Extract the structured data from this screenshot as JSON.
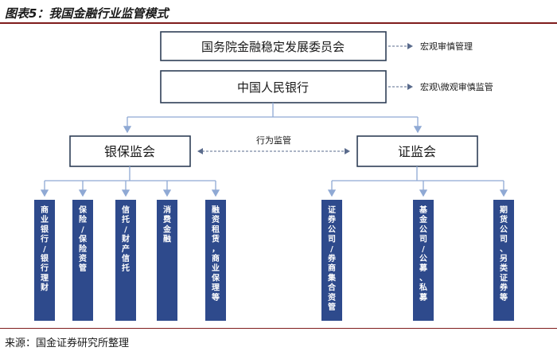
{
  "title": "图表5：我国金融行业监管模式",
  "source": "来源：国金证券研究所整理",
  "colors": {
    "box_border": "#2f3f57",
    "line": "#8fa9d4",
    "bar": "#2e4a8c",
    "rule": "#7f1d1d"
  },
  "top_box": {
    "label": "国务院金融稳定发展委员会",
    "note": "宏观审慎管理"
  },
  "pboc_box": {
    "label": "中国人民银行",
    "note": "宏观\\微观审慎监管"
  },
  "cbirc_box": {
    "label": "银保监会"
  },
  "csrc_box": {
    "label": "证监会"
  },
  "behavior_label": "行为监管",
  "cbirc_children": [
    {
      "label": "商业银行/银行理财"
    },
    {
      "label": "保险/保险资管"
    },
    {
      "label": "信托/财产信托"
    },
    {
      "label": "消费金融"
    },
    {
      "label": "融资租赁，商业保理等"
    }
  ],
  "csrc_children": [
    {
      "label": "证券公司/券商集合资管"
    },
    {
      "label": "基金公司/公募、私募"
    },
    {
      "label": "期货公司、另类证券等"
    }
  ]
}
